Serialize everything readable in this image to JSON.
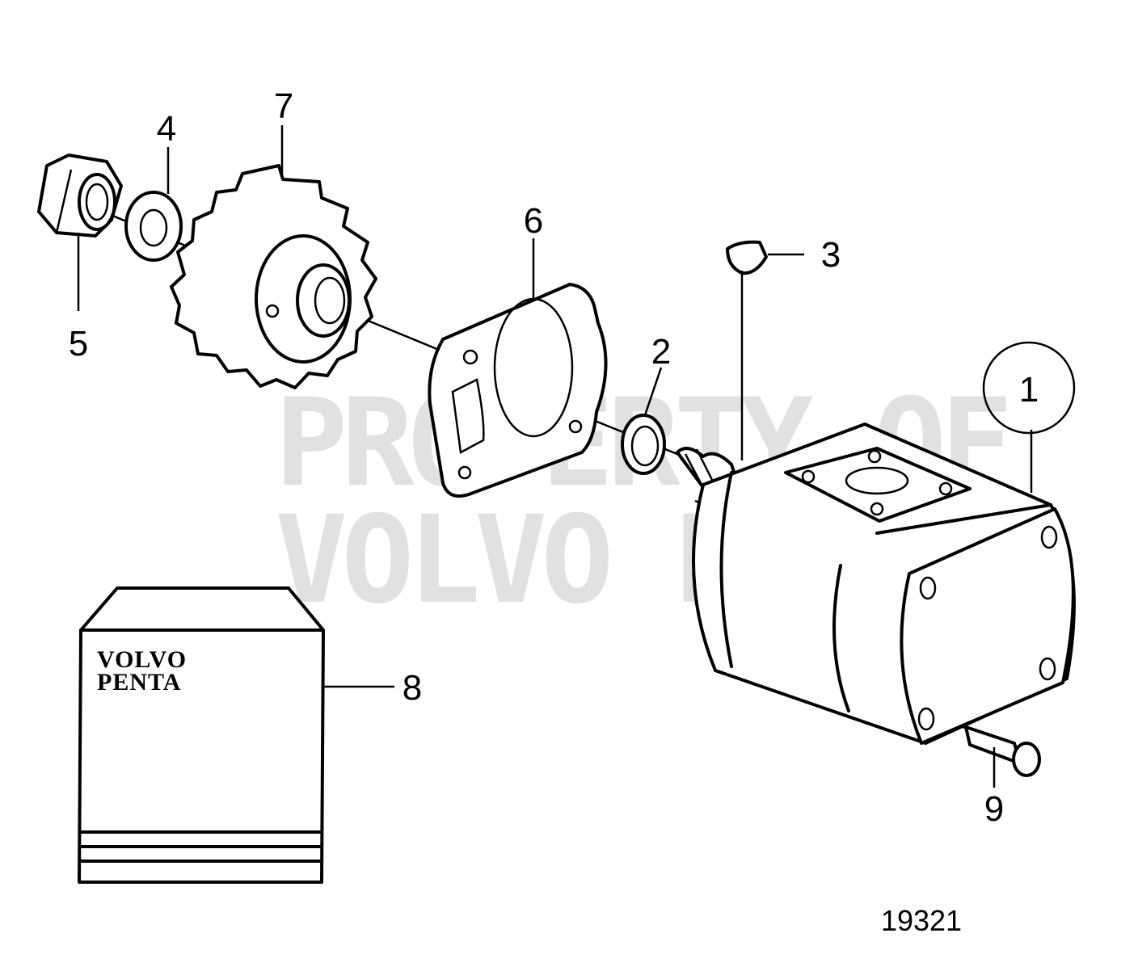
{
  "watermark": {
    "line1": "PROPERTY OF",
    "line2": "VOLVO PENTA"
  },
  "callouts": [
    "1",
    "2",
    "3",
    "4",
    "5",
    "6",
    "7",
    "8",
    "9"
  ],
  "kit_label": {
    "line1": "VOLVO",
    "line2": "PENTA"
  },
  "drawing_number": "19321"
}
